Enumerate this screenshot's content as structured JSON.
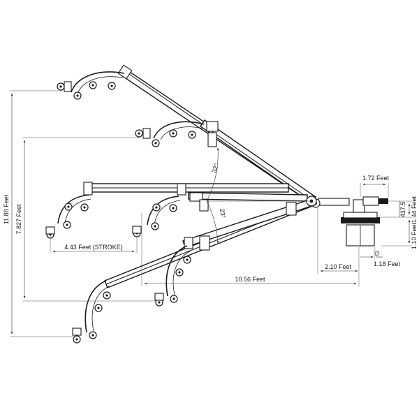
{
  "dimensions": {
    "overall_height": "11.88 Feet",
    "raised_height": "7.827 Feet",
    "stroke": "4.43 Feet (STROKE)",
    "reach": "10.56 Feet",
    "base_offset": "2.10 Feet",
    "riser_diameter": "1.18 Feet",
    "diameter_symbol": "∅",
    "swivel_length": "1.72 Feet",
    "mount_height": "1.44 Feet",
    "small_dim": "437.5",
    "riser_height": "1.10 Feet",
    "angle_up": "32°",
    "angle_down": "23°"
  }
}
